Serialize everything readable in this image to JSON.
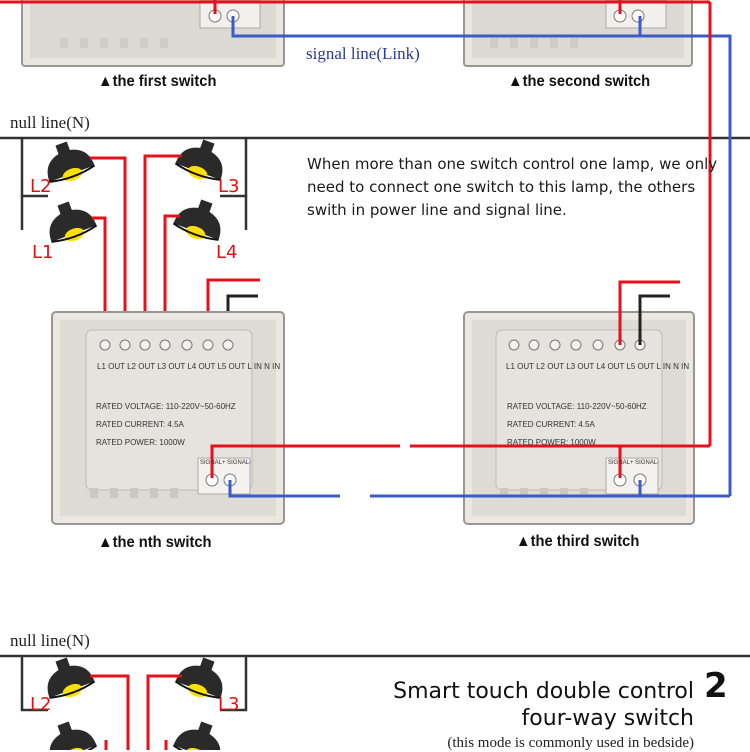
{
  "colors": {
    "live_wire": "#e8101a",
    "signal_wire": "#3b5cc8",
    "neutral_wire": "#333333",
    "switch_body": "#e9e6e1"
  },
  "top": {
    "signal_label": "signal line(Link)",
    "first_switch_caption": "▲the first switch",
    "second_switch_caption": "▲the second switch"
  },
  "mode1": {
    "null_line_label": "null line(N)",
    "description": "When more than one switch control one lamp, we only need to connect one switch to this lamp, the others swith in power line and signal line.",
    "lamps": [
      "L2",
      "L3",
      "L1",
      "L4"
    ],
    "terminal_labels": [
      "L1 OUT",
      "L2 OUT",
      "L3 OUT",
      "L4 OUT",
      "L5 OUT",
      "L IN",
      "N IN"
    ],
    "ratings": {
      "voltage": "RATED VOLTAGE: 110-220V~50-60HZ",
      "current": "RATED CURRENT: 4.5A",
      "power": "RATED POWER: 1000W"
    },
    "signal_terminals": "SIGNAL+ SIGNAL-",
    "nth_switch_caption": "▲the nth switch",
    "third_switch_caption": "▲the third switch"
  },
  "mode2": {
    "null_line_label": "null line(N)",
    "title_line1": "Smart touch double control",
    "title_line2": "four-way switch",
    "number": "2",
    "subtitle": "(this mode is commonly used in bedside)",
    "lamps": [
      "L2",
      "L3"
    ]
  }
}
